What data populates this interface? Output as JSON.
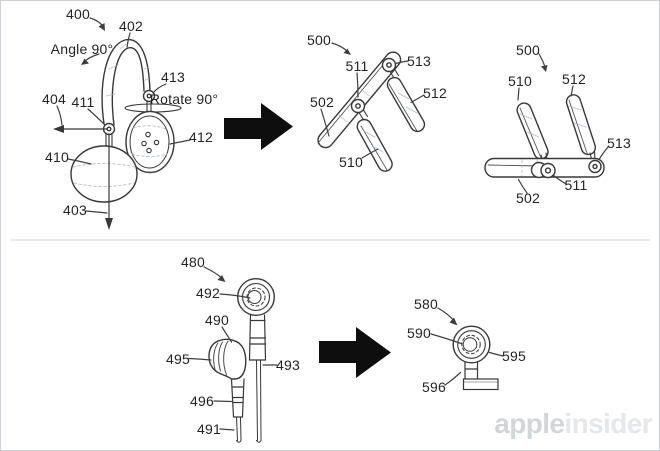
{
  "colors": {
    "line": "#383838",
    "leader": "#3f3f3f",
    "shade": "#a9b6c0",
    "arrow_fill": "#0e0e0e",
    "divider": "#e3e3e5",
    "frame": "#cdd1d5",
    "watermark_left": "#d3d6d9",
    "watermark_right": "#e5e7e9"
  },
  "fig400": {
    "ref": "400",
    "headband": "402",
    "down_axis": "403",
    "side_axis": "404",
    "left_earcup": "410",
    "left_pivot": "411",
    "right_earcup": "412",
    "right_pivot": "413",
    "angle_note": "Angle 90°",
    "rotate_note": "Rotate 90°"
  },
  "fig500_folding": {
    "ref": "500",
    "band": "502",
    "left_speaker": "510",
    "left_hinge": "511",
    "right_speaker": "512",
    "right_hinge": "513"
  },
  "fig500_folded": {
    "ref": "500",
    "band": "502",
    "left_speaker": "510",
    "left_hinge": "511",
    "right_speaker": "512",
    "right_hinge": "513"
  },
  "fig480": {
    "ref": "480",
    "body": "490",
    "cable": "491",
    "cap": "492",
    "stem_cable": "493",
    "front_face": "495",
    "stem": "496"
  },
  "fig580": {
    "ref": "580",
    "cap": "590",
    "ring": "595",
    "folded_stem": "596"
  },
  "watermark": {
    "brand_left": "apple",
    "brand_right": "insider"
  }
}
